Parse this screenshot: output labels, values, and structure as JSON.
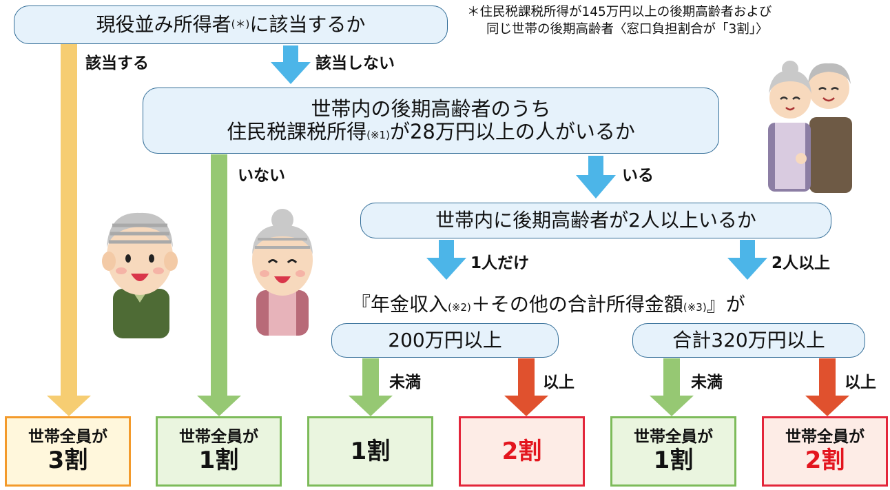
{
  "note": {
    "line1": "＊住民税課税所得が145万円以上の後期高齢者および",
    "line2": "同じ世帯の後期高齢者〈窓口負担割合が「3割」〉"
  },
  "q1": {
    "text": "現役並み所得者",
    "mark": "(＊)",
    "suffix": "に該当するか"
  },
  "q1_branch": {
    "yes": "該当する",
    "no": "該当しない"
  },
  "q2": {
    "line1": "世帯内の後期高齢者のうち",
    "line2_a": "住民税課税所得",
    "line2_mark": "(※1)",
    "line2_b": "が28万円以上の人がいるか"
  },
  "q2_branch": {
    "no": "いない",
    "yes": "いる"
  },
  "q3": {
    "text": "世帯内に後期高齢者が2人以上いるか"
  },
  "q3_branch": {
    "one": "1人だけ",
    "two": "2人以上"
  },
  "formula": {
    "a": "『年金収入",
    "m1": "(※2)",
    "b": "＋その他の合計所得金額",
    "m2": "(※3)",
    "c": "』が"
  },
  "threshold_single": "200万円以上",
  "threshold_couple": "合計320万円以上",
  "branch_under": "未満",
  "branch_over": "以上",
  "results": [
    {
      "top": "世帯全員が",
      "rate": "3割"
    },
    {
      "top": "世帯全員が",
      "rate": "1割"
    },
    {
      "top": "",
      "rate": "1割"
    },
    {
      "top": "",
      "rate": "2割"
    },
    {
      "top": "世帯全員が",
      "rate": "1割"
    },
    {
      "top": "世帯全員が",
      "rate": "2割"
    }
  ],
  "colors": {
    "yellow_arrow": "#f6cd72",
    "green_arrow": "#96c873",
    "blue_arrow": "#4cb5e8",
    "red_arrow": "#e0512e"
  }
}
